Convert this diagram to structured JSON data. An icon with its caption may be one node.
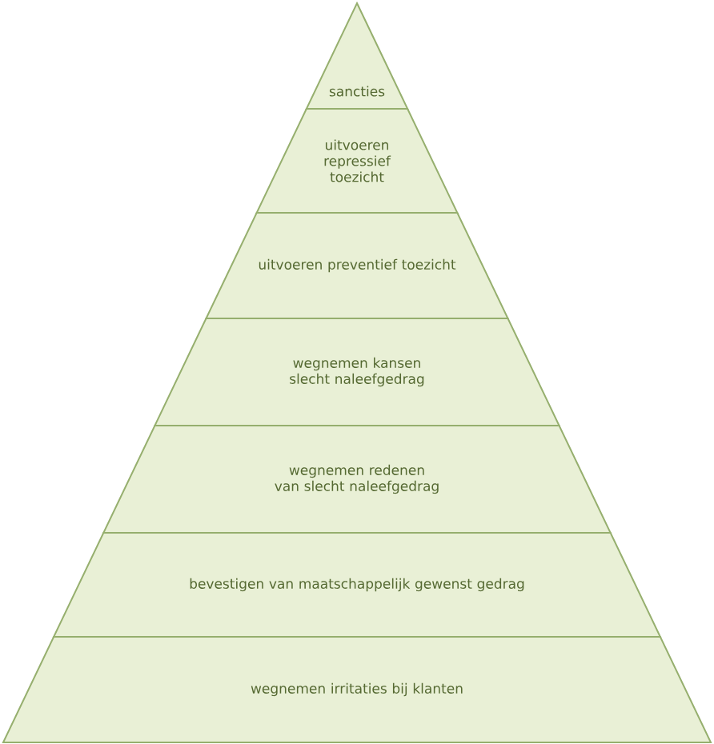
{
  "diagram": {
    "nodes": [
      {
        "text": [
          "sancties"
        ]
      },
      {
        "text": [
          "uitvoeren repressief toezicht"
        ]
      },
      {
        "text": [
          "uitvoeren preventief toezicht"
        ]
      },
      {
        "text": [
          "wegnemen kansen slecht naleefgedrag"
        ]
      },
      {
        "text": [
          "wegnemen redenen van slecht naleefgedrag"
        ]
      },
      {
        "text": [
          "bevestigen van maatschappelijk gewenst gedrag"
        ]
      },
      {
        "text": [
          "wegnemen irritaties bij klanten"
        ]
      }
    ]
  }
}
